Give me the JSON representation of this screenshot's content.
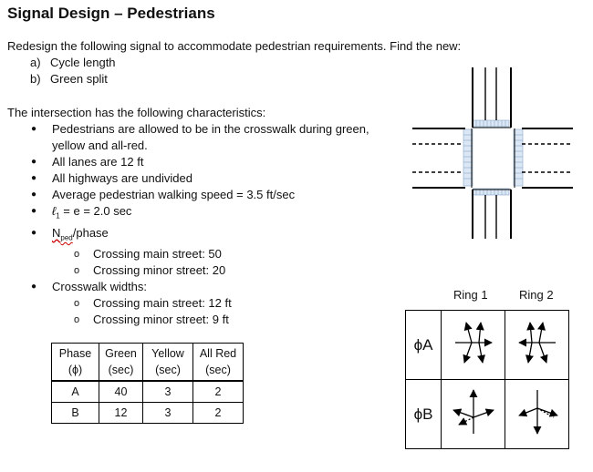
{
  "title": "Signal Design – Pedestrians",
  "intro": "Redesign the following signal to accommodate pedestrian requirements. Find the new:",
  "tasks": [
    {
      "label": "a)",
      "text": "Cycle length"
    },
    {
      "label": "b)",
      "text": "Green split"
    }
  ],
  "characteristics_intro": "The intersection has the following characteristics:",
  "characteristics": {
    "ped_allowed_line1": "Pedestrians are allowed to be in the crosswalk during green,",
    "ped_allowed_line2": "yellow and all-red.",
    "lanes": "All lanes are 12 ft",
    "highways": "All highways are undivided",
    "walk_speed": "Average pedestrian walking speed = 3.5 ft/sec",
    "lost_time_symbol": "ℓ",
    "lost_time_sub": "1",
    "lost_time_rest": " = e = 2.0 sec",
    "nped_main": "N",
    "nped_sub": "ped",
    "nped_rest": "/phase",
    "nped_items": [
      "Crossing main street: 50",
      "Crossing minor street: 20"
    ],
    "crosswalk_label": "Crosswalk widths:",
    "crosswalk_items": [
      "Crossing main street: 12 ft",
      "Crossing minor street: 9 ft"
    ]
  },
  "bullet_glyph": "●",
  "sub_bullet_glyph": "o",
  "timing_table": {
    "headers": [
      [
        "Phase",
        "(ϕ)"
      ],
      [
        "Green",
        "(sec)"
      ],
      [
        "Yellow",
        "(sec)"
      ],
      [
        "All Red",
        "(sec)"
      ]
    ],
    "rows": [
      [
        "A",
        "40",
        "3",
        "2"
      ],
      [
        "B",
        "12",
        "3",
        "2"
      ]
    ]
  },
  "ring_diagram": {
    "ring_labels": [
      "Ring 1",
      "Ring 2"
    ],
    "phases": [
      "ϕA",
      "ϕB"
    ]
  }
}
